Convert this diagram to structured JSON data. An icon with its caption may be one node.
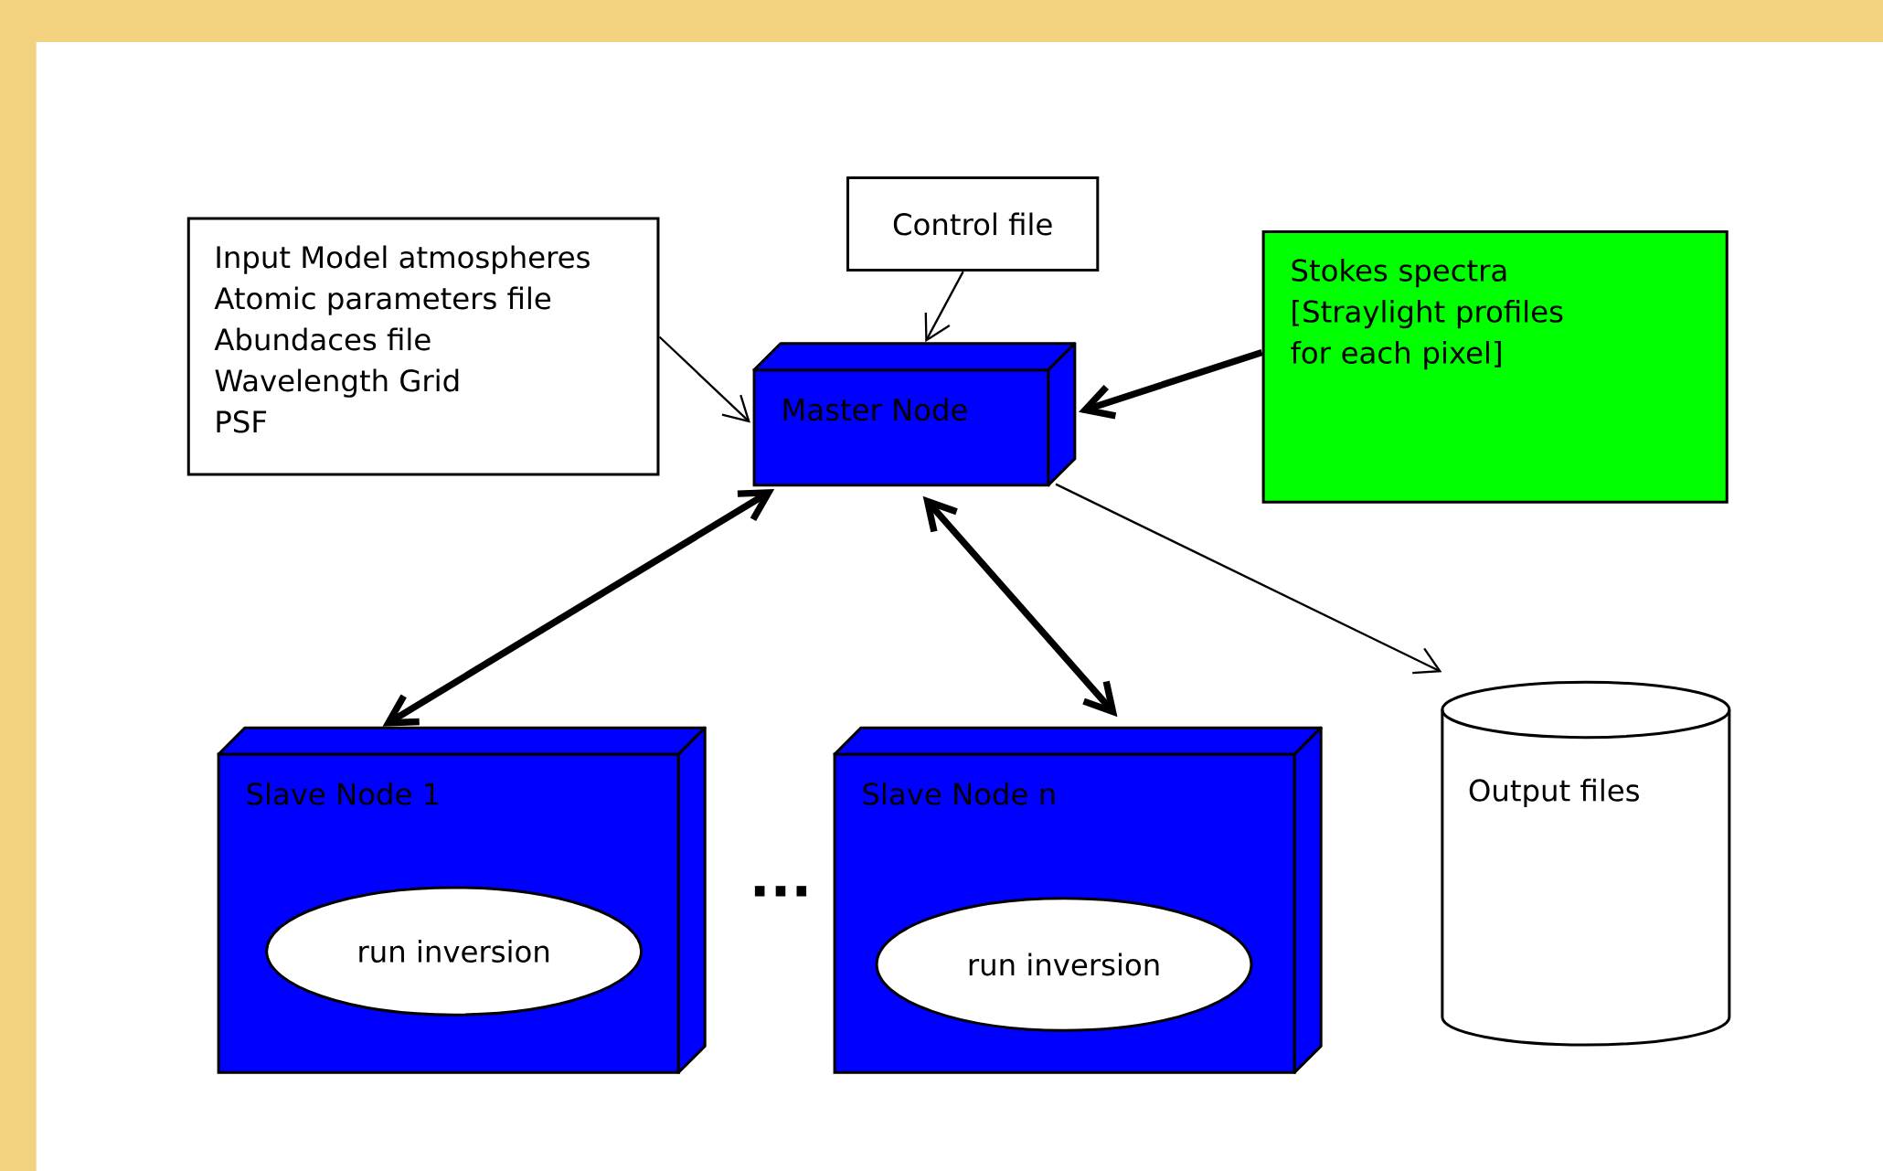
{
  "diagram": {
    "nodes": [
      {
        "text": [
          "Input Model atmospheres",
          "Atomic parameters file",
          "Abundaces file",
          "Wavelength Grid",
          "PSF"
        ]
      },
      {
        "text": [
          "Control file"
        ]
      },
      {
        "text": [
          "Stokes spectra",
          "[Straylight profiles for each pixel]"
        ]
      },
      {
        "text": [
          "Master Node"
        ]
      },
      {
        "text": [
          "Slave Node 1"
        ]
      },
      {
        "text": [
          "run inversion"
        ],
        "in": 4
      },
      {
        "text": [
          "Slave Node n"
        ]
      },
      {
        "text": [
          "run inversion"
        ],
        "in": 6
      },
      {
        "text": [
          "Output files"
        ]
      }
    ],
    "edges": [
      {
        "from": 0,
        "to": 3,
        "arrow": "to"
      },
      {
        "from": 1,
        "to": 3,
        "arrow": "to"
      },
      {
        "from": 2,
        "to": 3,
        "arrow": "to",
        "style": "thick"
      },
      {
        "from": 3,
        "to": 4,
        "arrow": "both",
        "style": "thick"
      },
      {
        "from": 3,
        "to": 6,
        "arrow": "both",
        "style": "thick"
      },
      {
        "from": 3,
        "to": 8,
        "arrow": "to"
      }
    ],
    "labels": [
      "..."
    ]
  }
}
